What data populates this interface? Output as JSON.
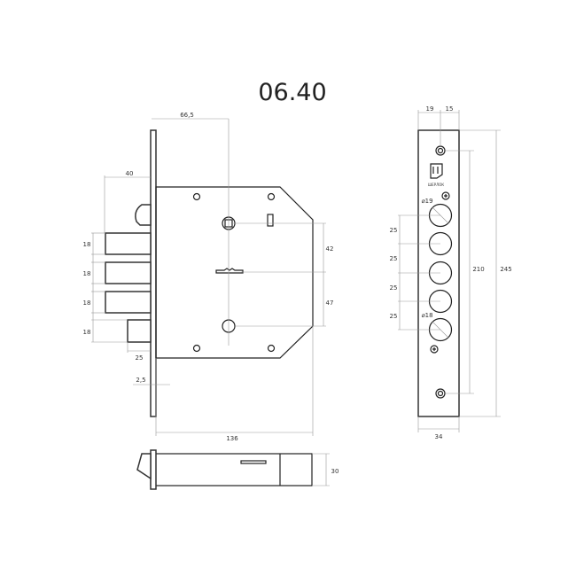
{
  "title": "06.40",
  "brand": "ШЕРЛОК",
  "side_view": {
    "dims": {
      "backset": "66,5",
      "bolt_throw": "40",
      "bolt_heights": [
        "18",
        "18",
        "18",
        "18"
      ],
      "short_bolt": "25",
      "faceplate_thickness": "2,5",
      "body_depth": "136",
      "spindle_to_key": "42",
      "key_to_cylinder": "47"
    }
  },
  "bottom_view": {
    "dims": {
      "thickness": "30"
    }
  },
  "faceplate_view": {
    "dims": {
      "left": "19",
      "right": "15",
      "hole_spacing": [
        "25",
        "25",
        "25",
        "25"
      ],
      "screw_distance": "210",
      "length": "245",
      "width": "34",
      "top_hole_diameter": "⌀19",
      "bottom_hole_diameter": "⌀18"
    }
  }
}
